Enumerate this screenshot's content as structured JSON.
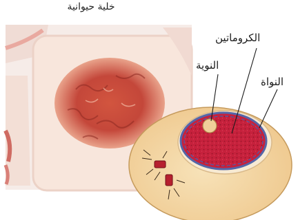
{
  "title": "خلية حيوانية",
  "labels": {
    "chromatin": "الكروماتين",
    "nucleolus": "النوية",
    "nucleus": "النواة"
  },
  "colors": {
    "photo_background": "#f6ece8",
    "photo_cell_edge": "#e9cfc5",
    "photo_nucleus": "#c4473a",
    "cell_cytoplasm": "#f3d6a2",
    "nuclear_envelope": "#5566a8",
    "nucleus_fill": "#c6213c",
    "nucleolus_fill": "#f0cf9a",
    "centriole": "#b6202f"
  }
}
